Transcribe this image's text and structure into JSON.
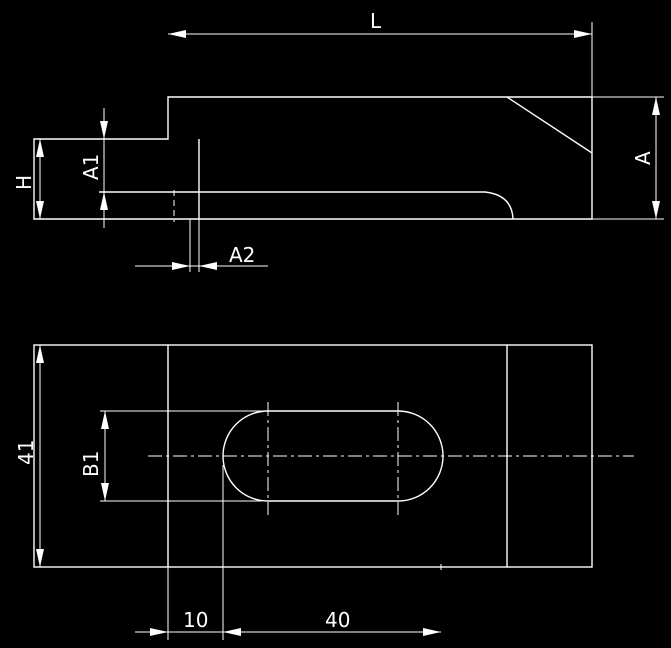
{
  "labels": {
    "L": "L",
    "A": "A",
    "H": "H",
    "A1": "A1",
    "A2": "A2",
    "B1": "B1",
    "width": "41",
    "offset": "10",
    "slot_length": "40"
  },
  "colors": {
    "background": "#000000",
    "lines": "#ffffff"
  }
}
